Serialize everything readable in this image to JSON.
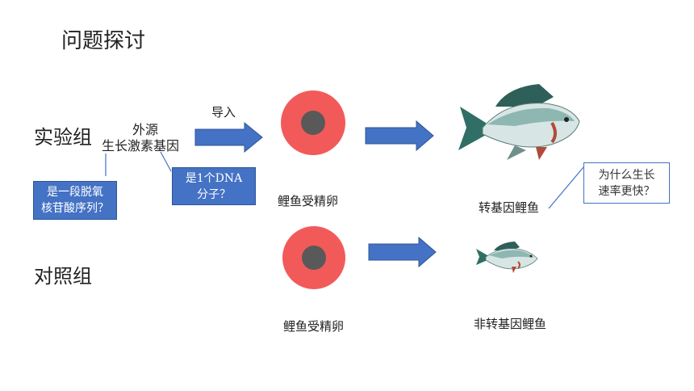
{
  "title": "问题探讨",
  "experimental_group": {
    "label": "实验组",
    "gene_line1": "外源",
    "gene_line2": "生长激素基因",
    "import_label": "导入",
    "egg_label": "鲤鱼受精卵",
    "fish_label": "转基因鲤鱼"
  },
  "control_group": {
    "label": "对照组",
    "egg_label": "鲤鱼受精卵",
    "fish_label": "非转基因鲤鱼"
  },
  "callouts": {
    "dna_sequence": "是一段脱氧\n核苷酸序列？",
    "one_dna": "是1个DNA\n分子？",
    "why_faster": "为什么生长\n速率更快？"
  },
  "colors": {
    "arrow": "#4472c4",
    "egg_outer": "#f25a5a",
    "egg_nucleus": "#595959",
    "callout_fill": "#4472c4"
  }
}
